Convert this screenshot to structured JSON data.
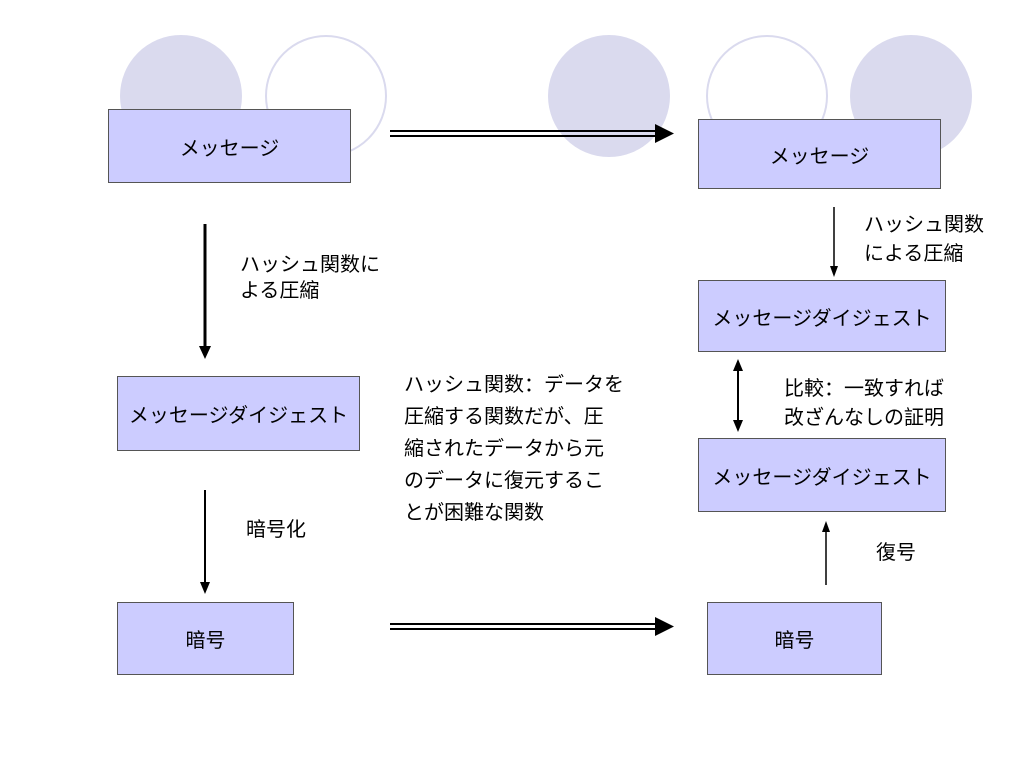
{
  "boxes": {
    "left_message": "メッセージ",
    "left_digest": "メッセージダイジェスト",
    "left_cipher": "暗号",
    "right_message": "メッセージ",
    "right_digest_top": "メッセージダイジェスト",
    "right_digest_bottom": "メッセージダイジェスト",
    "right_cipher": "暗号"
  },
  "labels": {
    "left_hash": [
      "ハッシュ関数に",
      "よる圧縮"
    ],
    "left_encrypt": "暗号化",
    "center_note": [
      "ハッシュ関数：データを",
      "圧縮する関数だが、圧",
      "縮されたデータから元",
      "のデータに復元するこ",
      "とが困難な関数"
    ],
    "right_hash": [
      "ハッシュ関数",
      "による圧縮"
    ],
    "right_compare": [
      "比較：一致すれば",
      "改ざんなしの証明"
    ],
    "right_decrypt": "復号"
  },
  "colors": {
    "box_fill": "#ccccff",
    "box_border": "#555555",
    "decor_circle": "#dadaee"
  }
}
